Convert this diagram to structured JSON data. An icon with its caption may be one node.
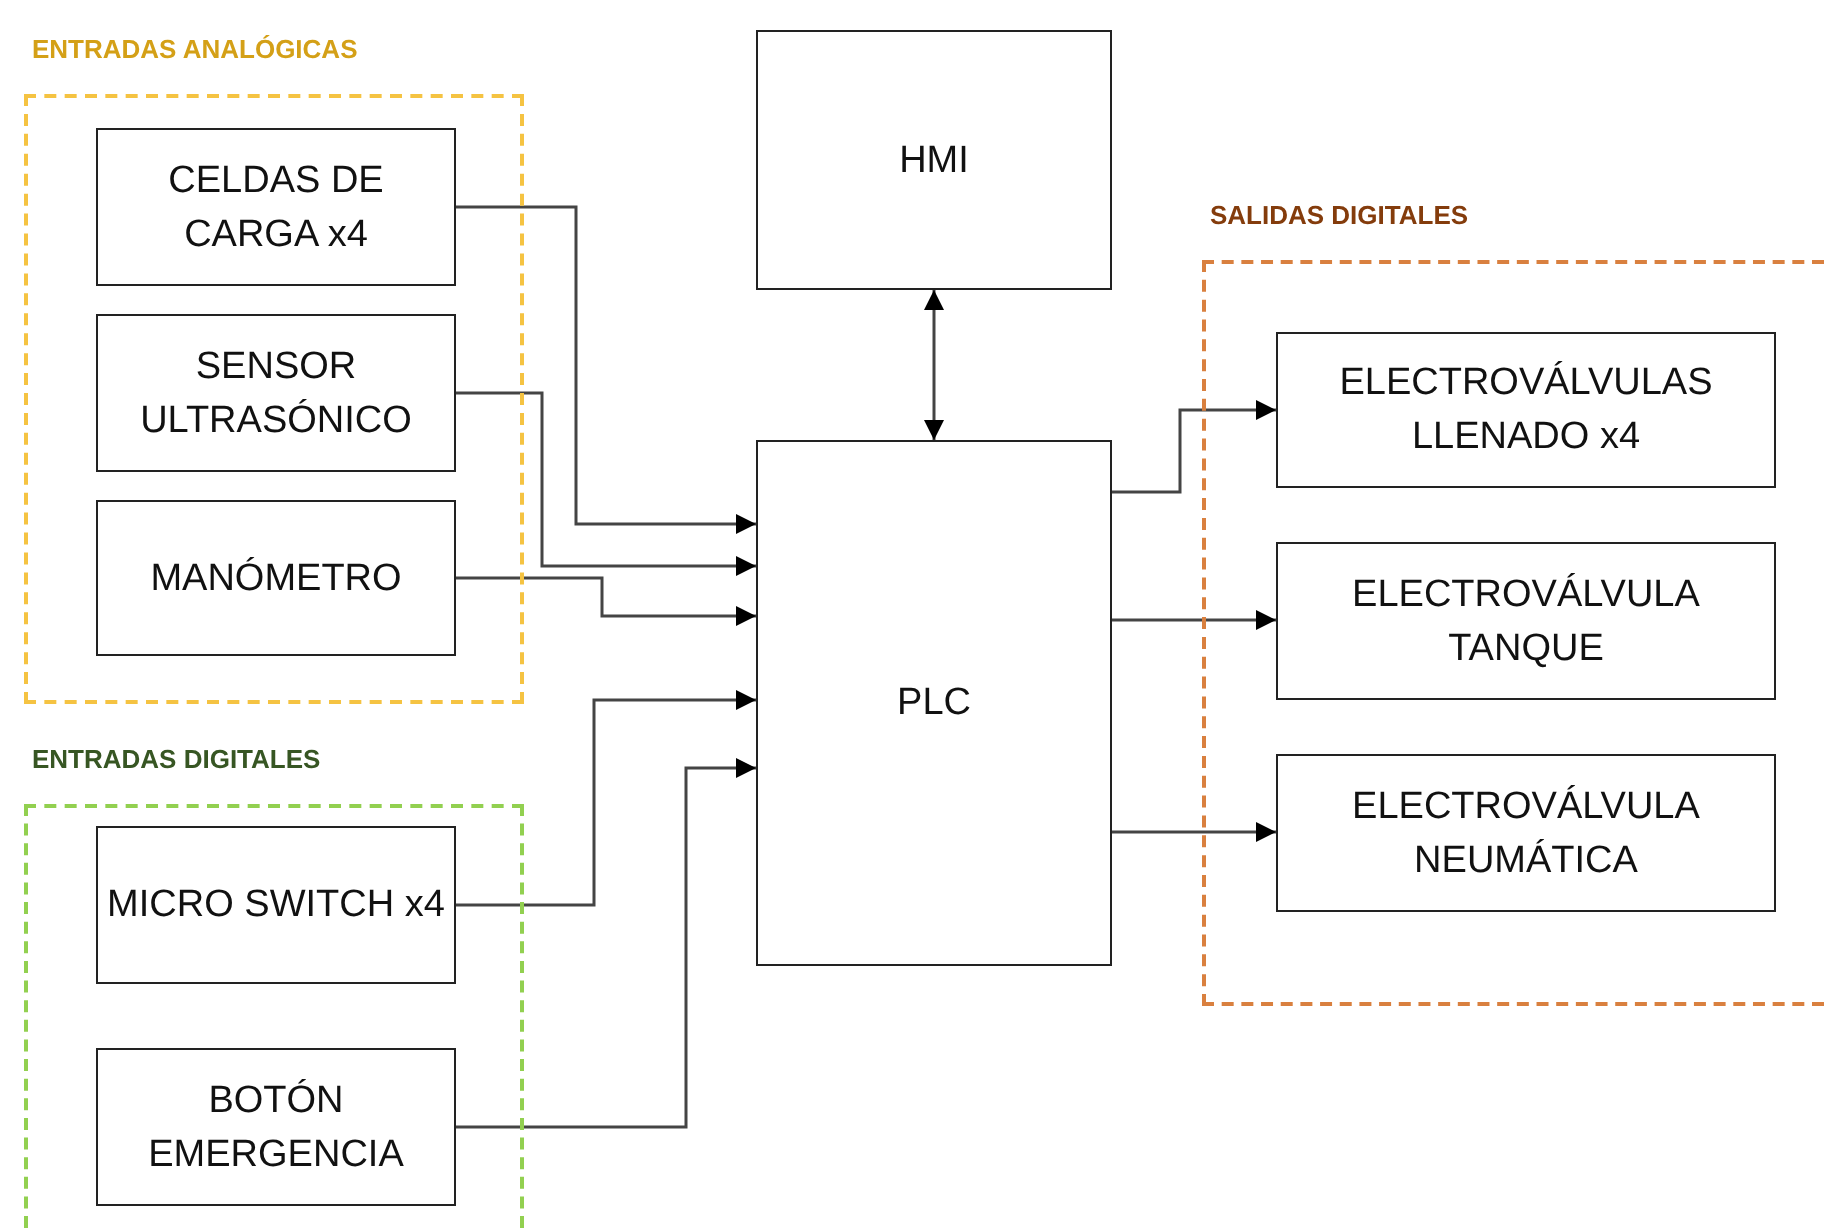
{
  "diagram": {
    "nodes": [
      {
        "text": [
          "ENTRADAS ANALÓGICAS"
        ]
      },
      {
        "text": [
          "CELDAS DE CARGA x4"
        ],
        "in": 0
      },
      {
        "text": [
          "SENSOR ULTRASÓNICO"
        ],
        "in": 0
      },
      {
        "text": [
          "MANÓMETRO"
        ],
        "in": 0
      },
      {
        "text": [
          "ENTRADAS DIGITALES"
        ]
      },
      {
        "text": [
          "MICRO SWITCH x4"
        ],
        "in": 4
      },
      {
        "text": [
          "BOTÓN EMERGENCIA"
        ],
        "in": 4
      },
      {
        "text": [
          "HMI"
        ]
      },
      {
        "text": [
          "PLC"
        ]
      },
      {
        "text": [
          "SALIDAS DIGITALES"
        ]
      },
      {
        "text": [
          "ELECTROVÁLVULAS LLENADO x4"
        ],
        "in": 9
      },
      {
        "text": [
          "ELECTROVÁLVULA TANQUE"
        ],
        "in": 9
      },
      {
        "text": [
          "ELECTROVÁLVULA NEUMÁTICA"
        ],
        "in": 9
      }
    ],
    "edges": [
      {
        "from": 1,
        "to": 8,
        "arrow": "to"
      },
      {
        "from": 2,
        "to": 8,
        "arrow": "to"
      },
      {
        "from": 3,
        "to": 8,
        "arrow": "to"
      },
      {
        "from": 5,
        "to": 8,
        "arrow": "to"
      },
      {
        "from": 6,
        "to": 8,
        "arrow": "to"
      },
      {
        "from": 7,
        "to": 8,
        "arrow": "both"
      },
      {
        "from": 8,
        "to": 10,
        "arrow": "to"
      },
      {
        "from": 8,
        "to": 11,
        "arrow": "to"
      },
      {
        "from": 8,
        "to": 12,
        "arrow": "to"
      }
    ]
  }
}
